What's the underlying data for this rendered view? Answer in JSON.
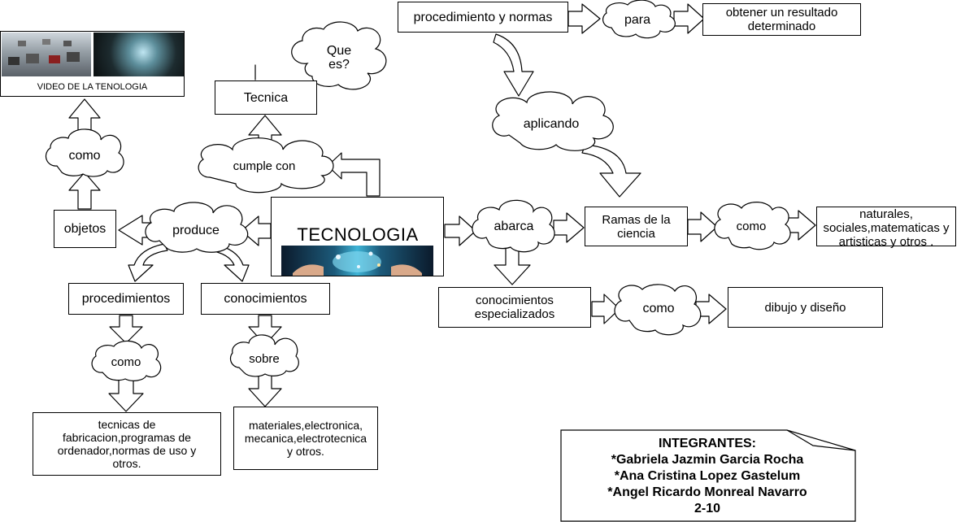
{
  "central": {
    "title": "TECNOLOGIA"
  },
  "nodes": {
    "procedimiento_normas": "procedimiento y normas",
    "obtener_resultado": "obtener un resultado\ndeterminado",
    "tecnica": "Tecnica",
    "ramas_ciencia": "Ramas de la\nciencia",
    "naturales": "naturales,\nsociales,matematicas y\nartisticas y otros .",
    "conocimientos_especializados": "conocimientos\nespecializados",
    "dibujo_diseno": "dibujo y diseño",
    "objetos": "objetos",
    "procedimientos": "procedimientos",
    "conocimientos": "conocimientos",
    "tecnicas_fabricacion": "tecnicas de\nfabricacion,programas de\nordenador,normas de uso y\notros.",
    "materiales": "materiales,electronica,\nmecanica,electrotecnica\ny otros."
  },
  "clouds": {
    "que_es": "Que\nes?",
    "para": "para",
    "aplicando": "aplicando",
    "cumple_con": "cumple con",
    "abarca": "abarca",
    "como_ramas": "como",
    "como_conocimientos": "como",
    "produce": "produce",
    "como_objetos": "como",
    "como_procedimientos": "como",
    "sobre": "sobre"
  },
  "video": {
    "caption": "VIDEO DE LA TENOLOGIA"
  },
  "credits": {
    "text": "INTEGRANTES:\n*Gabriela Jazmin Garcia Rocha\n*Ana Cristina Lopez Gastelum\n*Angel Ricardo Monreal Navarro\n2-10"
  }
}
